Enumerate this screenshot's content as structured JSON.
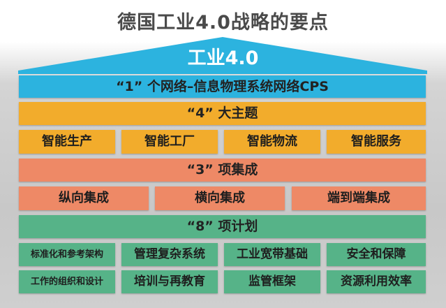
{
  "title": "德国工业4.0战略的要点",
  "roof": {
    "label": "工业4.0",
    "color": "#2cb3df"
  },
  "cps_band": {
    "label": "“1” 个网络–信息物理系统网络CPS",
    "color": "#2cb3df"
  },
  "themes": {
    "header": "“4” 大主题",
    "color": "#f2ac2c",
    "items": [
      "智能生产",
      "智能工厂",
      "智能物流",
      "智能服务"
    ]
  },
  "integrations": {
    "header": "“3” 项集成",
    "color": "#ee8966",
    "items": [
      "纵向集成",
      "横向集成",
      "端到端集成"
    ]
  },
  "plans": {
    "header": "“8” 项计划",
    "color": "#56b388",
    "rows": [
      [
        "标准化和参考架构",
        "管理复杂系统",
        "工业宽带基础",
        "安全和保障"
      ],
      [
        "工作的组织和设计",
        "培训与再教育",
        "监管框架",
        "资源利用效率"
      ]
    ]
  }
}
